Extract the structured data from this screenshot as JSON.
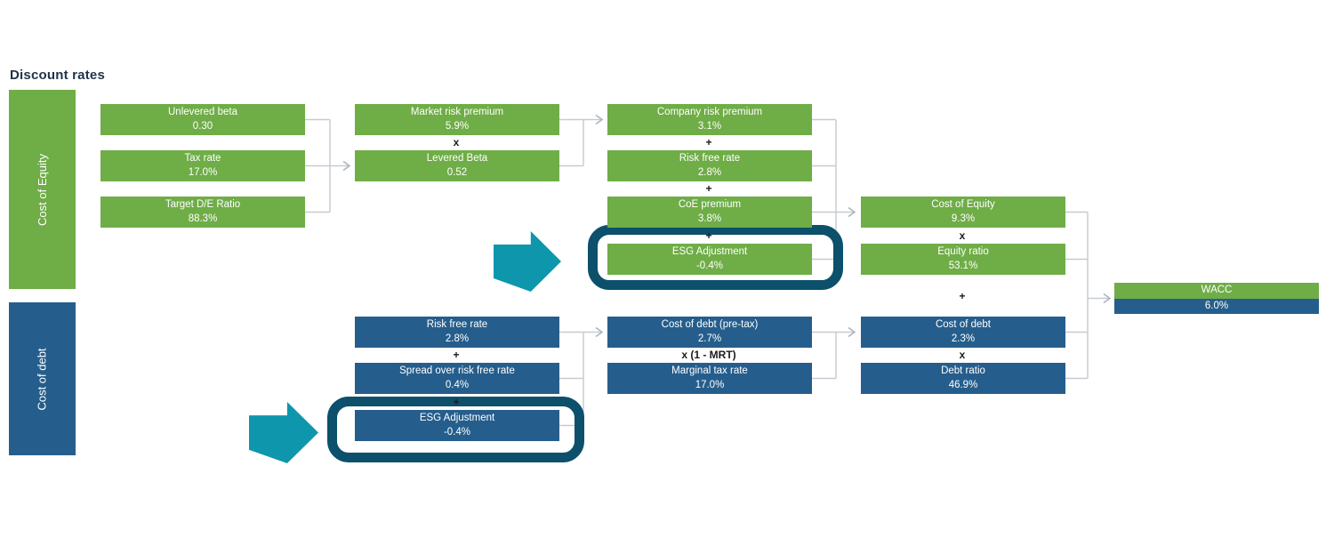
{
  "title": "Discount rates",
  "colors": {
    "green": "#6FAD47",
    "blue": "#255E8C",
    "highlight_outline": "#0C506C",
    "arrow_teal": "#0E96AC",
    "connector_gray": "#C5CBD1",
    "title_text": "#1F3349"
  },
  "sidebars": {
    "equity": "Cost of Equity",
    "debt": "Cost of debt"
  },
  "equity": {
    "inputs": [
      {
        "label": "Unlevered beta",
        "value": "0.30"
      },
      {
        "label": "Tax rate",
        "value": "17.0%"
      },
      {
        "label": "Target D/E Ratio",
        "value": "88.3%"
      }
    ],
    "col2": {
      "boxes": [
        {
          "label": "Market risk premium",
          "value": "5.9%"
        },
        {
          "label": "Levered Beta",
          "value": "0.52"
        }
      ],
      "operator": "x"
    },
    "col3": {
      "boxes": [
        {
          "label": "Company risk premium",
          "value": "3.1%"
        },
        {
          "label": "Risk free rate",
          "value": "2.8%"
        },
        {
          "label": "CoE premium",
          "value": "3.8%"
        },
        {
          "label": "ESG Adjustment",
          "value": "-0.4%"
        }
      ],
      "operators": [
        "+",
        "+",
        "+"
      ]
    },
    "col4": {
      "boxes": [
        {
          "label": "Cost of Equity",
          "value": "9.3%"
        },
        {
          "label": "Equity ratio",
          "value": "53.1%"
        }
      ],
      "operator": "x"
    }
  },
  "combine_operator": "+",
  "debt": {
    "col2": {
      "boxes": [
        {
          "label": "Risk free rate",
          "value": "2.8%"
        },
        {
          "label": "Spread over risk free rate",
          "value": "0.4%"
        },
        {
          "label": "ESG Adjustment",
          "value": "-0.4%"
        }
      ],
      "operators": [
        "+",
        "+"
      ]
    },
    "col3": {
      "boxes": [
        {
          "label": "Cost of debt (pre-tax)",
          "value": "2.7%"
        },
        {
          "label": "Marginal tax rate",
          "value": "17.0%"
        }
      ],
      "operator": "x (1 - MRT)"
    },
    "col4": {
      "boxes": [
        {
          "label": "Cost of debt",
          "value": "2.3%"
        },
        {
          "label": "Debt ratio",
          "value": "46.9%"
        }
      ],
      "operator": "x"
    }
  },
  "result": {
    "label": "WACC",
    "value": "6.0%"
  }
}
